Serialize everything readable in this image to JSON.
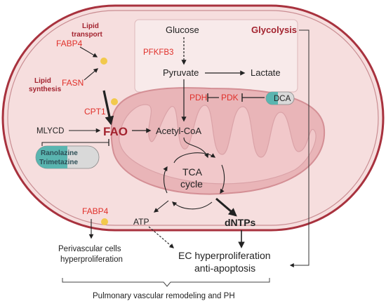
{
  "labels": {
    "glucose": "Glucose",
    "glycolysis": "Glycolysis",
    "pfkfb3": "PFKFB3",
    "pyruvate": "Pyruvate",
    "lactate": "Lactate",
    "pdh": "PDH",
    "pdk": "PDK",
    "dca": "DCA",
    "lipid_transport_1": "Lipid",
    "lipid_transport_2": "transport",
    "fabp4_top": "FABP4",
    "lipid_synthesis_1": "Lipid",
    "lipid_synthesis_2": "synthesis",
    "fasn": "FASN",
    "cpt1": "CPT1",
    "mlycd": "MLYCD",
    "fao": "FAO",
    "acetyl_coa": "Acetyl-CoA",
    "ranolazine": "Ranolazine",
    "trimetazine": "Trimetazine",
    "tca_1": "TCA",
    "tca_2": "cycle",
    "atp": "ATP",
    "dntps": "dNTPs",
    "fabp4_bottom": "FABP4",
    "perivascular_1": "Perivascular cells",
    "perivascular_2": "hyperproliferation",
    "ec_1": "EC hyperproliferation",
    "ec_2": "anti-apoptosis",
    "remodeling": "Pulmonary vascular remodeling and PH"
  },
  "colors": {
    "cell_fill": "#f6dede",
    "cell_border": "#a8323e",
    "red_text": "#e0302a",
    "dark_red_text": "#a3232f",
    "mito_fill": "#e9b5b8",
    "lipid_droplet": "#f2c94c",
    "pill_teal": "#5ab5b0",
    "pill_grey": "#d9d9d9",
    "arrow": "#222222"
  }
}
